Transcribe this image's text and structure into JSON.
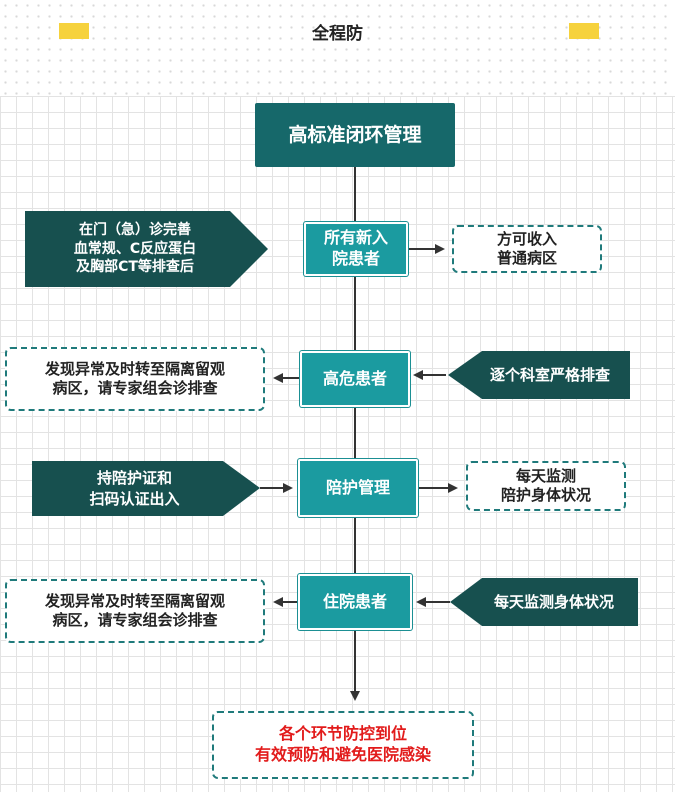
{
  "header": {
    "title": "全程防"
  },
  "nodes": {
    "main": "高标准闭环管理",
    "admission": "所有新入\n院患者",
    "admission_left": "在门（急）诊完善\n血常规、C反应蛋白\n及胸部CT等排查后",
    "admission_right": "方可收入\n普通病区",
    "high_risk": "高危患者",
    "high_risk_left": "发现异常及时转至隔离留观\n病区，请专家组会诊排查",
    "high_risk_right": "逐个科室严格排查",
    "escort": "陪护管理",
    "escort_left": "持陪护证和\n扫码认证出入",
    "escort_right": "每天监测\n陪护身体状况",
    "inpatient": "住院患者",
    "inpatient_left": "发现异常及时转至隔离留观\n病区，请专家组会诊排查",
    "inpatient_right": "每天监测身体状况",
    "final": "各个环节防控到位\n有效预防和避免医院感染"
  },
  "colors": {
    "main_fill": "#16686a",
    "step_fill": "#1b9ba0",
    "pentagon_fill": "#17504f",
    "dash_border": "#1f7a7b",
    "final_text": "#e21b1b",
    "accent_yellow": "#f6d23d"
  }
}
